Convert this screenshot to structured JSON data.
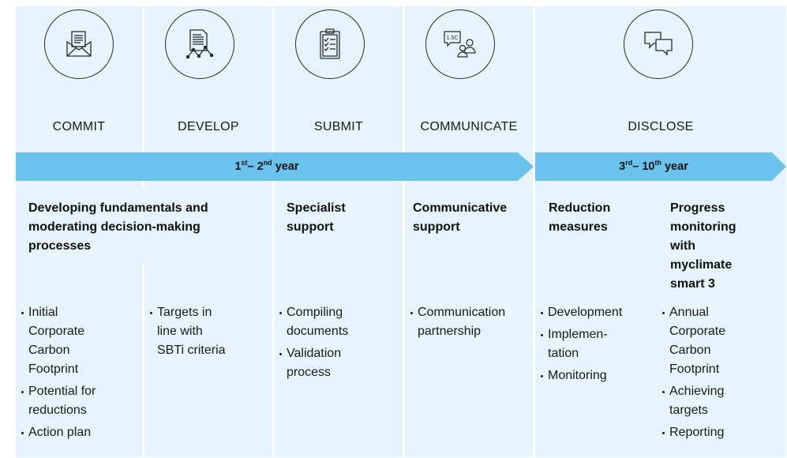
{
  "colors": {
    "panel": "#e6f2fc",
    "arrow": "#6ac3ed",
    "stroke": "#2a2a2a"
  },
  "phases": [
    {
      "label": "COMMIT",
      "icon": "envelope-document-icon"
    },
    {
      "label": "DEVELOP",
      "icon": "document-chart-icon"
    },
    {
      "label": "SUBMIT",
      "icon": "clipboard-checklist-icon"
    },
    {
      "label": "COMMUNICATE",
      "icon": "speech-bubble-people-icon"
    },
    {
      "label": "DISCLOSE",
      "icon": "chat-bubbles-icon"
    }
  ],
  "icon_text": {
    "communicate": "1.5C"
  },
  "timeline": [
    {
      "prefix": "1",
      "sup1": "st",
      "mid": "– 2",
      "sup2": "nd",
      "suffix": " year"
    },
    {
      "prefix": "3",
      "sup1": "rd",
      "mid": "– 10",
      "sup2": "th",
      "suffix": " year"
    }
  ],
  "headings": {
    "develop_fundamentals": [
      "Developing fundamentals and",
      "moderating decision-making",
      "processes"
    ],
    "specialist": [
      "Specialist",
      "support"
    ],
    "communicative": [
      "Communicative",
      "support"
    ],
    "reduction": [
      "Reduction",
      "measures"
    ],
    "progress": [
      "Progress",
      "monitoring",
      "with",
      "myclimate",
      "smart 3"
    ]
  },
  "bullets": {
    "commit": [
      [
        "Initial",
        "Corporate",
        "Carbon",
        "Footprint"
      ],
      [
        "Potential for",
        "reductions"
      ],
      [
        "Action plan"
      ]
    ],
    "develop": [
      [
        "Targets in",
        "line with",
        "SBTi criteria"
      ]
    ],
    "submit": [
      [
        "Compiling",
        "documents"
      ],
      [
        "Validation",
        "process"
      ]
    ],
    "communicate": [
      [
        "Communication",
        "partnership"
      ]
    ],
    "reduction": [
      [
        "Development"
      ],
      [
        "Implemen-",
        "tation"
      ],
      [
        "Monitoring"
      ]
    ],
    "progress": [
      [
        "Annual",
        "Corporate",
        "Carbon",
        "Footprint"
      ],
      [
        "Achieving",
        "targets"
      ],
      [
        "Reporting"
      ]
    ]
  }
}
